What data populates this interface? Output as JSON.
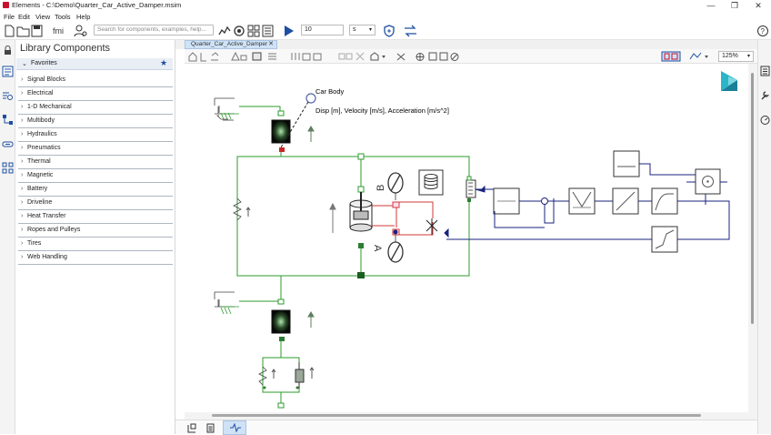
{
  "window": {
    "title": "Elements - C:\\Demo\\Quarter_Car_Active_Damper.msim",
    "minimize": "—",
    "maximize": "❐",
    "close": "✕"
  },
  "menu": [
    "File",
    "Edit",
    "View",
    "Tools",
    "Help"
  ],
  "toolbar": {
    "search_placeholder": "Search for components, examples, help...",
    "duration": "10",
    "duration_unit": "s"
  },
  "library": {
    "title": "Library Components",
    "favorites": "Favorites",
    "items": [
      "Signal Blocks",
      "Electrical",
      "1-D Mechanical",
      "Multibody",
      "Hydraulics",
      "Pneumatics",
      "Thermal",
      "Magnetic",
      "Battery",
      "Driveline",
      "Heat Transfer",
      "Ropes and Pulleys",
      "Tires",
      "Web Handling"
    ]
  },
  "tabs": [
    {
      "label": "Quarter_Car_Active_Damper",
      "close": "✕"
    }
  ],
  "canvas_toolbar": {
    "zoom": "125%"
  },
  "diagram": {
    "car_body_label": "Car Body",
    "probe_label": "Disp [m], Velocity [m/s], Acceleration [m/s^2]",
    "valve_label_b": "B",
    "valve_label_a": "A"
  },
  "colors": {
    "accent": "#1e4fa0",
    "wire_green": "#2e9b2e",
    "wire_blue": "#1a237e",
    "wire_red": "#d23a3a",
    "tab_bg": "#cfe2f6"
  }
}
